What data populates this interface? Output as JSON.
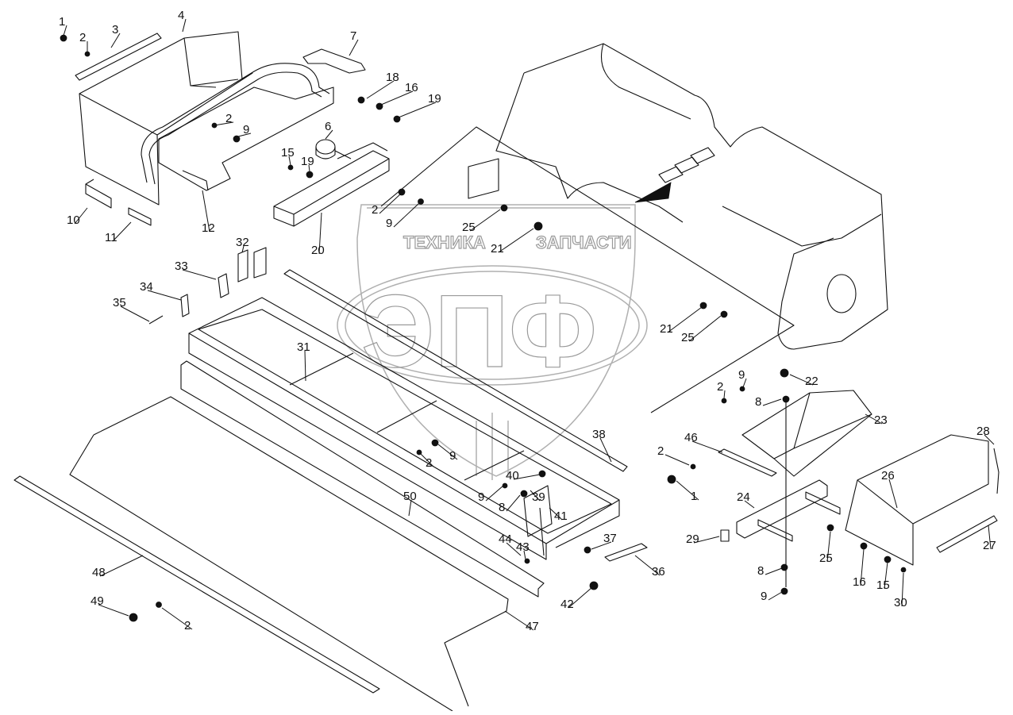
{
  "watermark": {
    "top_line_left": "ТЕХНИКА",
    "top_line_right": "ЗАПЧАСТИ",
    "logo": "ЭПФ"
  },
  "callouts": [
    {
      "id": "1",
      "label": "1"
    },
    {
      "id": "2",
      "label": "2"
    },
    {
      "id": "3",
      "label": "3"
    },
    {
      "id": "4",
      "label": "4"
    },
    {
      "id": "7",
      "label": "7"
    },
    {
      "id": "18",
      "label": "18"
    },
    {
      "id": "16",
      "label": "16"
    },
    {
      "id": "19",
      "label": "19"
    },
    {
      "id": "6",
      "label": "6"
    },
    {
      "id": "2b",
      "label": "2"
    },
    {
      "id": "9",
      "label": "9"
    },
    {
      "id": "15",
      "label": "15"
    },
    {
      "id": "19b",
      "label": "19"
    },
    {
      "id": "10",
      "label": "10"
    },
    {
      "id": "11",
      "label": "11"
    },
    {
      "id": "12",
      "label": "12"
    },
    {
      "id": "2c",
      "label": "2"
    },
    {
      "id": "9b",
      "label": "9"
    },
    {
      "id": "20",
      "label": "20"
    },
    {
      "id": "25",
      "label": "25"
    },
    {
      "id": "21",
      "label": "21"
    },
    {
      "id": "32",
      "label": "32"
    },
    {
      "id": "33",
      "label": "33"
    },
    {
      "id": "34",
      "label": "34"
    },
    {
      "id": "35",
      "label": "35"
    },
    {
      "id": "31",
      "label": "31"
    },
    {
      "id": "21b",
      "label": "21"
    },
    {
      "id": "25b",
      "label": "25"
    },
    {
      "id": "9c",
      "label": "9"
    },
    {
      "id": "22",
      "label": "22"
    },
    {
      "id": "2d",
      "label": "2"
    },
    {
      "id": "8",
      "label": "8"
    },
    {
      "id": "23",
      "label": "23"
    },
    {
      "id": "38",
      "label": "38"
    },
    {
      "id": "46",
      "label": "46"
    },
    {
      "id": "2e",
      "label": "2"
    },
    {
      "id": "1b",
      "label": "1"
    },
    {
      "id": "28",
      "label": "28"
    },
    {
      "id": "26",
      "label": "26"
    },
    {
      "id": "9d",
      "label": "9"
    },
    {
      "id": "2f",
      "label": "2"
    },
    {
      "id": "40",
      "label": "40"
    },
    {
      "id": "9e",
      "label": "9"
    },
    {
      "id": "8b",
      "label": "8"
    },
    {
      "id": "39",
      "label": "39"
    },
    {
      "id": "41",
      "label": "41"
    },
    {
      "id": "50",
      "label": "50"
    },
    {
      "id": "24",
      "label": "24"
    },
    {
      "id": "29",
      "label": "29"
    },
    {
      "id": "25c",
      "label": "25"
    },
    {
      "id": "27",
      "label": "27"
    },
    {
      "id": "44",
      "label": "44"
    },
    {
      "id": "43",
      "label": "43"
    },
    {
      "id": "37",
      "label": "37"
    },
    {
      "id": "16b",
      "label": "16"
    },
    {
      "id": "15b",
      "label": "15"
    },
    {
      "id": "36",
      "label": "36"
    },
    {
      "id": "8c",
      "label": "8"
    },
    {
      "id": "48",
      "label": "48"
    },
    {
      "id": "42",
      "label": "42"
    },
    {
      "id": "9f",
      "label": "9"
    },
    {
      "id": "30",
      "label": "30"
    },
    {
      "id": "49",
      "label": "49"
    },
    {
      "id": "2g",
      "label": "2"
    },
    {
      "id": "47",
      "label": "47"
    }
  ]
}
